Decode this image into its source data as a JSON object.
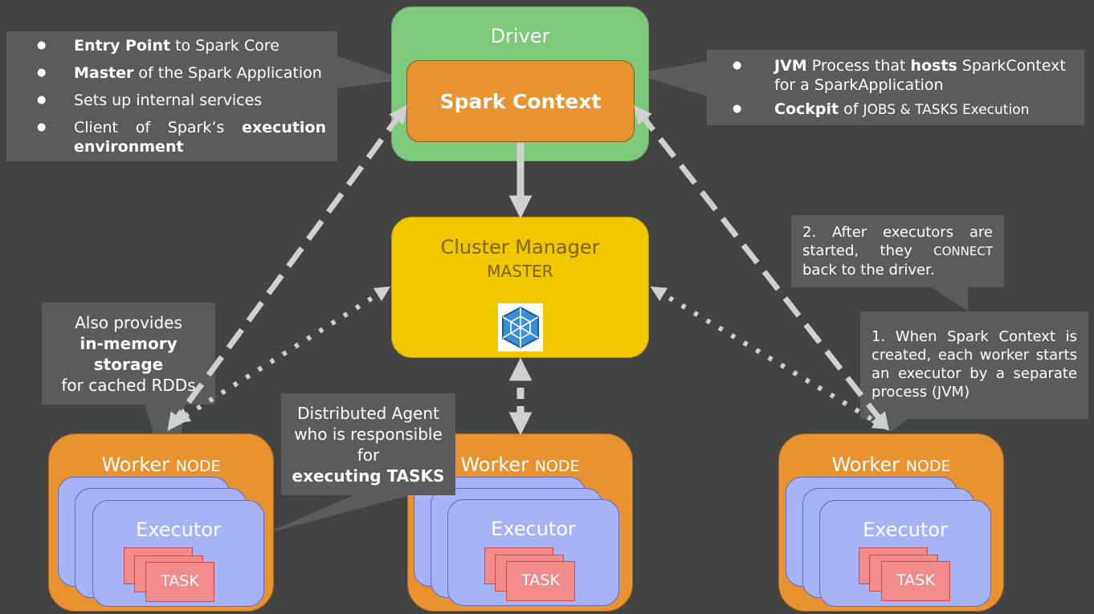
{
  "driver": {
    "title": "Driver",
    "context_label": "Spark Context"
  },
  "cluster_manager": {
    "title": "Cluster Manager",
    "subtitle": "MASTER",
    "icon": "kubernetes-hex-icon"
  },
  "workers": [
    {
      "label": "Worker",
      "label_suffix": "NODE",
      "executor_label": "Executor",
      "task_label": "TASK"
    },
    {
      "label": "Worker",
      "label_suffix": "NODE",
      "executor_label": "Executor",
      "task_label": "TASK"
    },
    {
      "label": "Worker",
      "label_suffix": "NODE",
      "executor_label": "Executor",
      "task_label": "TASK"
    }
  ],
  "callouts": {
    "left": {
      "items": [
        {
          "bold": "Entry Point",
          "text": " to Spark Core"
        },
        {
          "bold": "Master",
          "text": " of the Spark Application"
        },
        {
          "bold": "",
          "text": "Sets up internal services"
        },
        {
          "bold": "",
          "text": "Client of Spark’s ",
          "bold_after": "execution environment"
        }
      ]
    },
    "right": {
      "items": [
        {
          "bold": "JVM",
          "text": " Process that ",
          "bold2": "hosts",
          "text2": " SparkContext for a SparkApplication"
        },
        {
          "bold": "Cockpit",
          "text": " of ",
          "small": "JOBS & TASKS Execution"
        }
      ]
    },
    "connect": {
      "text_a": "2. After executors are started, they ",
      "text_small": "CONNECT",
      "text_b": " back to the driver."
    },
    "worker_start": {
      "text": "1. When Spark Context is created, each worker starts an executor by a separate process (JVM)"
    },
    "memory": {
      "text_a": "Also provides",
      "bold": "in-memory storage",
      "text_b": "for cached RDDs"
    },
    "agent": {
      "text_a": "Distributed Agent who is responsible for",
      "bold": "executing TASKS"
    }
  },
  "colors": {
    "background": "#434343",
    "driver": "#7dca7a",
    "spark_context": "#e8932f",
    "cluster_manager": "#f1c800",
    "worker": "#e8932f",
    "executor": "#a6b3f7",
    "task": "#f28b8b",
    "callout": "#5b5b5b",
    "arrow": "#d0d0d0"
  }
}
